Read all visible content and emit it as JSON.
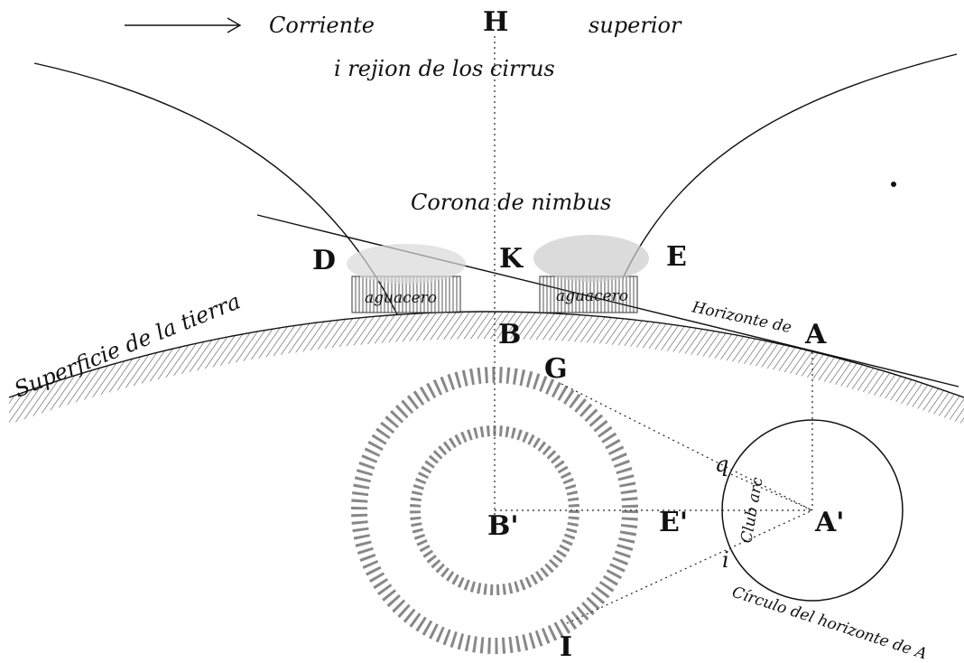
{
  "labels": {
    "current_arrow_text": "Corriente",
    "superior": "superior",
    "cirrus_region": "i rejion de los cirrus",
    "corona": "Corona de nimbus",
    "aguacero_left": "aguacero",
    "aguacero_right": "aguacero",
    "horizon_of": "Horizonte de",
    "earth_surface": "Superficie de la tierra",
    "club_arc": "Club arc",
    "horizon_circle": "Círculo del horizonte de A"
  },
  "letters": {
    "H": "H",
    "K": "K",
    "D": "D",
    "E": "E",
    "A": "A",
    "B": "B",
    "G": "G",
    "q": "q",
    "B_prime": "B'",
    "E_prime": "E'",
    "A_prime": "A'",
    "i": "i",
    "I": "I"
  },
  "colors": {
    "ink": "#111111",
    "paper": "#ffffff"
  }
}
